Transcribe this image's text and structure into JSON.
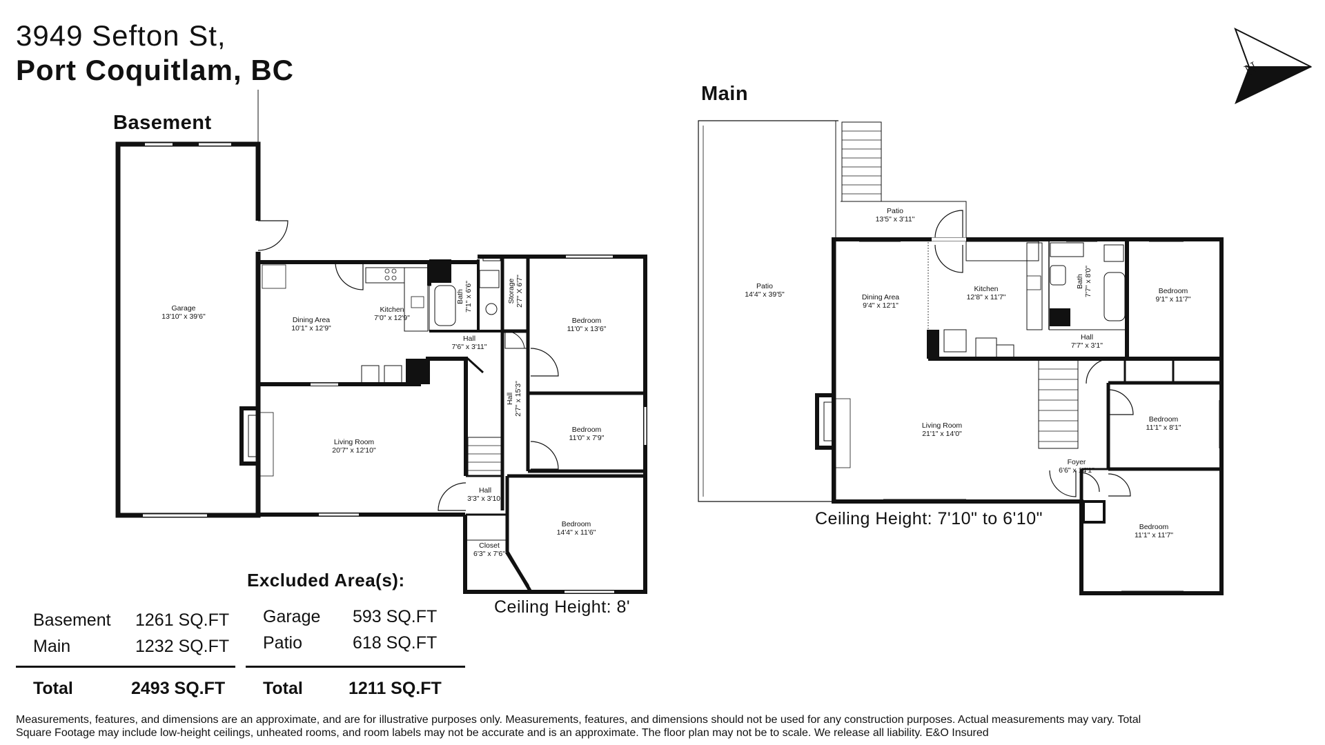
{
  "address": {
    "line1": "3949 Sefton St,",
    "line2": "Port Coquitlam, BC"
  },
  "floors": {
    "basement": {
      "title": "Basement",
      "ceiling": "Ceiling Height: 8'",
      "rooms": {
        "garage": {
          "name": "Garage",
          "dim": "13'10\" x 39'6\""
        },
        "dining": {
          "name": "Dining Area",
          "dim": "10'1\" x 12'9\""
        },
        "kitchen": {
          "name": "Kitchen",
          "dim": "7'0\" x 12'9\""
        },
        "bath": {
          "name": "Bath",
          "dim": "7'1\" x 6'6\""
        },
        "storage": {
          "name": "Storage",
          "dim": "2'7\" X 6'7\""
        },
        "bedroom1": {
          "name": "Bedroom",
          "dim": "11'0\" x 13'6\""
        },
        "hall1": {
          "name": "Hall",
          "dim": "7'6\" x 3'11\""
        },
        "hall2": {
          "name": "Hall",
          "dim": "2'7\" x 15'3\""
        },
        "bedroom2": {
          "name": "Bedroom",
          "dim": "11'0\" x 7'9\""
        },
        "living": {
          "name": "Living Room",
          "dim": "20'7\" x 12'10\""
        },
        "hall3": {
          "name": "Hall",
          "dim": "3'3\" x 3'10\""
        },
        "bedroom3": {
          "name": "Bedroom",
          "dim": "14'4\" x 11'6\""
        },
        "closet": {
          "name": "Closet",
          "dim": "6'3\" x 7'6\""
        }
      }
    },
    "main": {
      "title": "Main",
      "ceiling": "Ceiling Height: 7'10\" to 6'10\"",
      "rooms": {
        "patio_big": {
          "name": "Patio",
          "dim": "14'4\" x 39'5\""
        },
        "patio_small": {
          "name": "Patio",
          "dim": "13'5\" x 3'11\""
        },
        "dining": {
          "name": "Dining Area",
          "dim": "9'4\" x 12'1\""
        },
        "kitchen": {
          "name": "Kitchen",
          "dim": "12'8\" x 11'7\""
        },
        "bath": {
          "name": "Bath",
          "dim": "7'7\" x 8'0\""
        },
        "bedroom1": {
          "name": "Bedroom",
          "dim": "9'1\" x 11'7\""
        },
        "hall": {
          "name": "Hall",
          "dim": "7'7\" x 3'1\""
        },
        "living": {
          "name": "Living Room",
          "dim": "21'1\" x 14'0\""
        },
        "bedroom2": {
          "name": "Bedroom",
          "dim": "11'1\" x 8'1\""
        },
        "foyer": {
          "name": "Foyer",
          "dim": "6'6\" x 14'1\""
        },
        "bedroom3": {
          "name": "Bedroom",
          "dim": "11'1\" x 11'7\""
        }
      }
    }
  },
  "compass": {
    "label": "N",
    "icon": "north-arrow-icon"
  },
  "areas": {
    "basement": {
      "label": "Basement",
      "value": "1261 SQ.FT"
    },
    "main": {
      "label": "Main",
      "value": "1232 SQ.FT"
    },
    "total": {
      "label": "Total",
      "value": "2493 SQ.FT"
    }
  },
  "excluded": {
    "title": "Excluded Area(s):",
    "garage": {
      "label": "Garage",
      "value": "593 SQ.FT"
    },
    "patio": {
      "label": "Patio",
      "value": "618 SQ.FT"
    },
    "total": {
      "label": "Total",
      "value": "1211 SQ.FT"
    }
  },
  "disclaimer": "Measurements, features, and dimensions are an approximate, and are for illustrative purposes only. Measurements, features, and dimensions should not be used for any construction purposes. Actual measurements may vary. Total Square Footage may include low-height ceilings, unheated rooms, and room labels may not be accurate and is an approximate. The floor plan may not be to scale. We release all liability. E&O Insured"
}
